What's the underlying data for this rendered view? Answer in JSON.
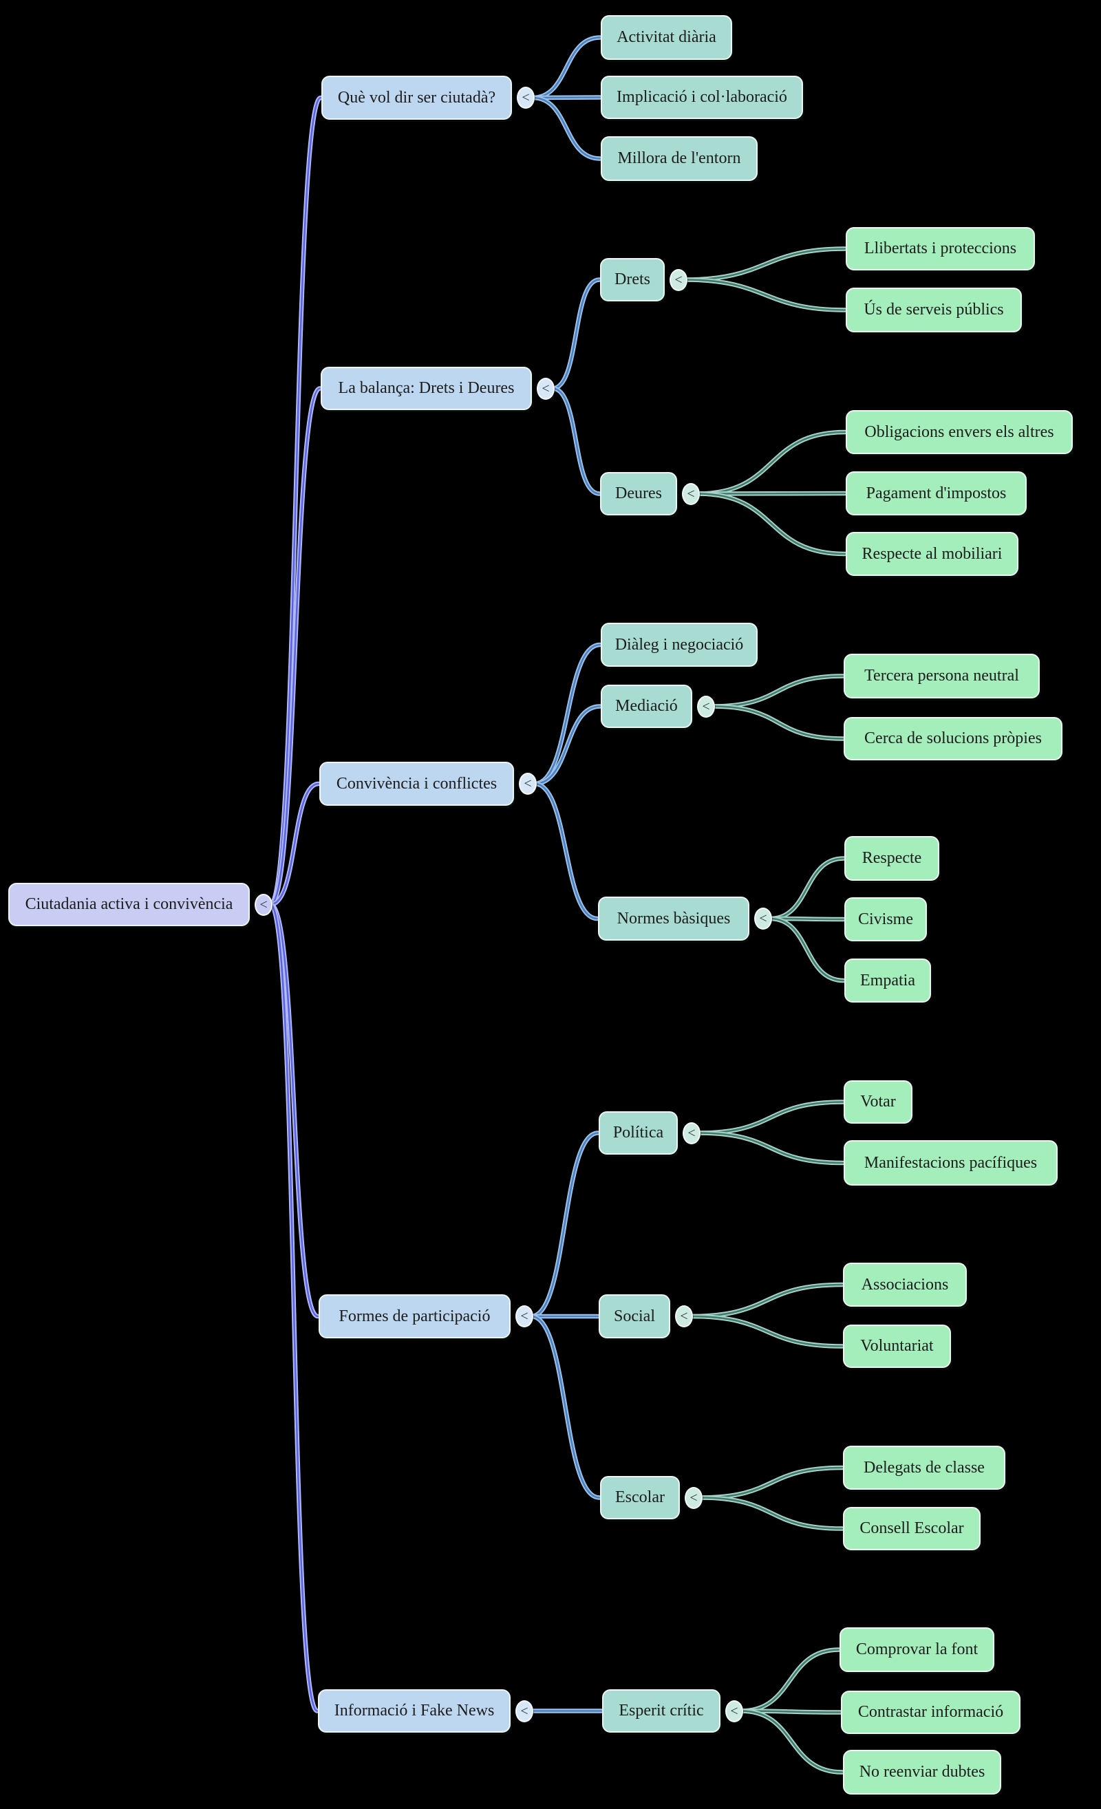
{
  "diagram": {
    "type": "mindmap",
    "toggle_glyph": "<",
    "palette": {
      "background": "#000000",
      "node_border": "#eef4f1",
      "text_color": "#1c1c1c",
      "levels": [
        {
          "fill": "#c9cdf4",
          "toggle_fill": "#c7cbf3",
          "link_halo": "#b3baf8",
          "link_core": "#5a64e0"
        },
        {
          "fill": "#bdd7f1",
          "toggle_fill": "#d8e7f8",
          "link_halo": "#9ec3e8",
          "link_core": "#4b7fc0"
        },
        {
          "fill": "#a8dcd3",
          "toggle_fill": "#cdeae3",
          "link_halo": "#a9d3ca",
          "link_core": "#3f7a6b"
        },
        {
          "fill": "#a4eebc",
          "toggle_fill": "#c9f5d8",
          "link_halo": "#a9d3ca",
          "link_core": "#3f7a6b"
        }
      ]
    },
    "root": {
      "id": "root",
      "label": "Ciutadania activa i convivència",
      "children": [
        {
          "id": "que-vol-dir",
          "label": "Què vol dir ser ciutadà?",
          "children": [
            {
              "id": "activitat-diaria",
              "label": "Activitat diària"
            },
            {
              "id": "implicacio",
              "label": "Implicació i col·laboració"
            },
            {
              "id": "millora-entorn",
              "label": "Millora de l'entorn"
            }
          ]
        },
        {
          "id": "balanca",
          "label": "La balança: Drets i Deures",
          "children": [
            {
              "id": "drets",
              "label": "Drets",
              "children": [
                {
                  "id": "llibertats",
                  "label": "Llibertats i proteccions"
                },
                {
                  "id": "serveis-publics",
                  "label": "Ús de serveis públics"
                }
              ]
            },
            {
              "id": "deures",
              "label": "Deures",
              "children": [
                {
                  "id": "obligacions",
                  "label": "Obligacions envers els altres"
                },
                {
                  "id": "impostos",
                  "label": "Pagament d'impostos"
                },
                {
                  "id": "mobiliari",
                  "label": "Respecte al mobiliari"
                }
              ]
            }
          ]
        },
        {
          "id": "convivencia",
          "label": "Convivència i conflictes",
          "children": [
            {
              "id": "dialeg",
              "label": "Diàleg i negociació"
            },
            {
              "id": "mediacio",
              "label": "Mediació",
              "children": [
                {
                  "id": "tercera-persona",
                  "label": "Tercera persona neutral"
                },
                {
                  "id": "solucions-propies",
                  "label": "Cerca de solucions pròpies"
                }
              ]
            },
            {
              "id": "normes",
              "label": "Normes bàsiques",
              "children": [
                {
                  "id": "respecte",
                  "label": "Respecte"
                },
                {
                  "id": "civisme",
                  "label": "Civisme"
                },
                {
                  "id": "empatia",
                  "label": "Empatia"
                }
              ]
            }
          ]
        },
        {
          "id": "participacio",
          "label": "Formes de participació",
          "children": [
            {
              "id": "politica",
              "label": "Política",
              "children": [
                {
                  "id": "votar",
                  "label": "Votar"
                },
                {
                  "id": "manifestacions",
                  "label": "Manifestacions pacífiques"
                }
              ]
            },
            {
              "id": "social",
              "label": "Social",
              "children": [
                {
                  "id": "associacions",
                  "label": "Associacions"
                },
                {
                  "id": "voluntariat",
                  "label": "Voluntariat"
                }
              ]
            },
            {
              "id": "escolar",
              "label": "Escolar",
              "children": [
                {
                  "id": "delegats",
                  "label": "Delegats de classe"
                },
                {
                  "id": "consell",
                  "label": "Consell Escolar"
                }
              ]
            }
          ]
        },
        {
          "id": "fake-news",
          "label": "Informació i Fake News",
          "children": [
            {
              "id": "esperit-critic",
              "label": "Esperit crític",
              "children": [
                {
                  "id": "comprovar-font",
                  "label": "Comprovar la font"
                },
                {
                  "id": "contrastar",
                  "label": "Contrastar informació"
                },
                {
                  "id": "no-reenviar",
                  "label": "No reenviar dubtes"
                }
              ]
            }
          ]
        }
      ]
    }
  }
}
